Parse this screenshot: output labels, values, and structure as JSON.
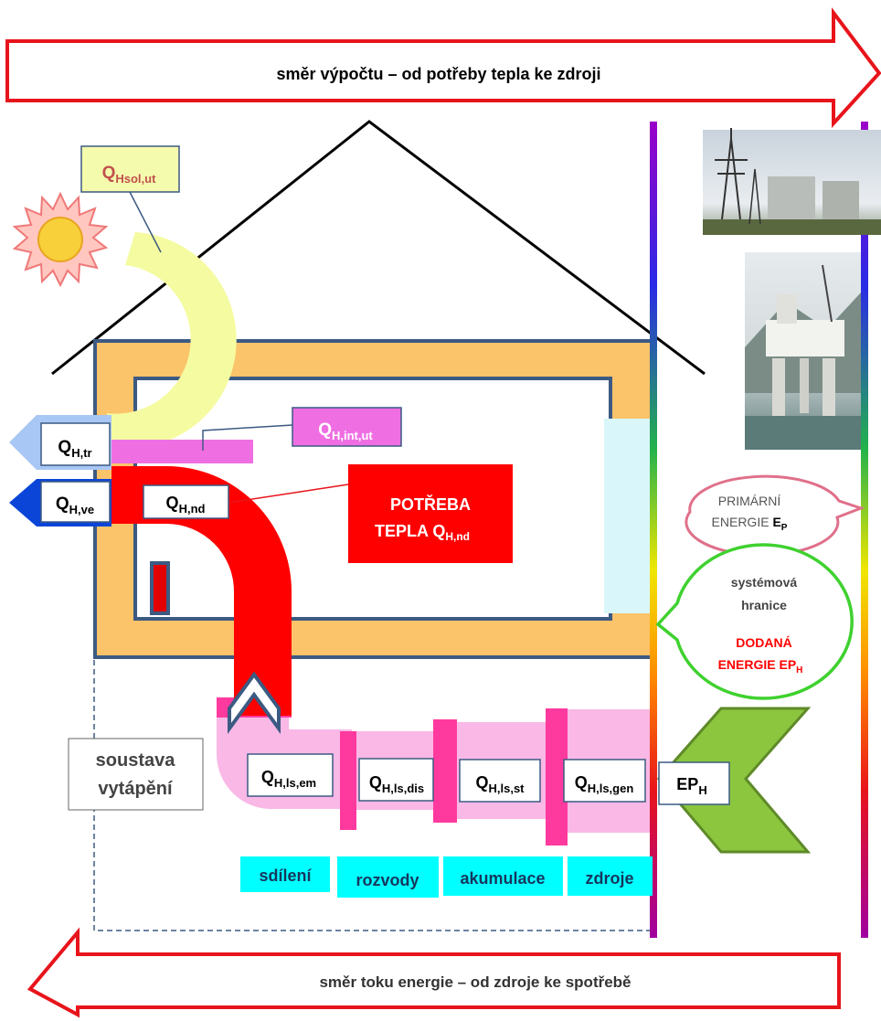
{
  "top_arrow": {
    "label": "směr výpočtu – od potřeby tepla ke zdroji"
  },
  "bottom_arrow": {
    "label": "směr toku energie – od zdroje ke spotřebě"
  },
  "labels": {
    "q_hsol_ut": {
      "main": "Q",
      "sub": "Hsol,ut"
    },
    "q_h_int_ut": {
      "main": "Q",
      "sub": "H,int,ut"
    },
    "q_h_tr": {
      "main": "Q",
      "sub": "H,tr"
    },
    "q_h_ve": {
      "main": "Q",
      "sub": "H,ve"
    },
    "q_h_nd": {
      "main": "Q",
      "sub": "H,nd"
    },
    "q_h_ls_em": {
      "main": "Q",
      "sub": "H,ls,em"
    },
    "q_h_ls_dis": {
      "main": "Q",
      "sub": "H,ls,dis"
    },
    "q_h_ls_st": {
      "main": "Q",
      "sub": "H,ls,st"
    },
    "q_h_ls_gen": {
      "main": "Q",
      "sub": "H,ls,gen"
    },
    "ep_h": {
      "main": "EP",
      "sub": "H"
    }
  },
  "potreba": {
    "line1": "POTŘEBA",
    "line2_main": "TEPLA Q",
    "line2_sub": "H,nd"
  },
  "soustava": {
    "line1": "soustava",
    "line2": "vytápění"
  },
  "stages": [
    "sdílení",
    "rozvody",
    "akumulace",
    "zdroje"
  ],
  "primarni": {
    "line1": "PRIMÁRNÍ",
    "line2_main": "ENERGIE ",
    "line2_bold": "E",
    "line2_sub": "P"
  },
  "hranice": {
    "line1": "systémová",
    "line2": "hranice",
    "line3": "DODANÁ",
    "line4_main": "ENERGIE EP",
    "line4_sub": "H"
  },
  "colors": {
    "arrow_red": "#e8141b",
    "insulation": "#fbc36a",
    "wall": "#3c5a82",
    "heat_red": "#ff0000",
    "pink_light": "#f9b8e6",
    "pink_strong": "#ff3a9e",
    "solar": "#f5fba0",
    "cyan": "#00ffff",
    "green_arrow": "#8cc63f"
  }
}
